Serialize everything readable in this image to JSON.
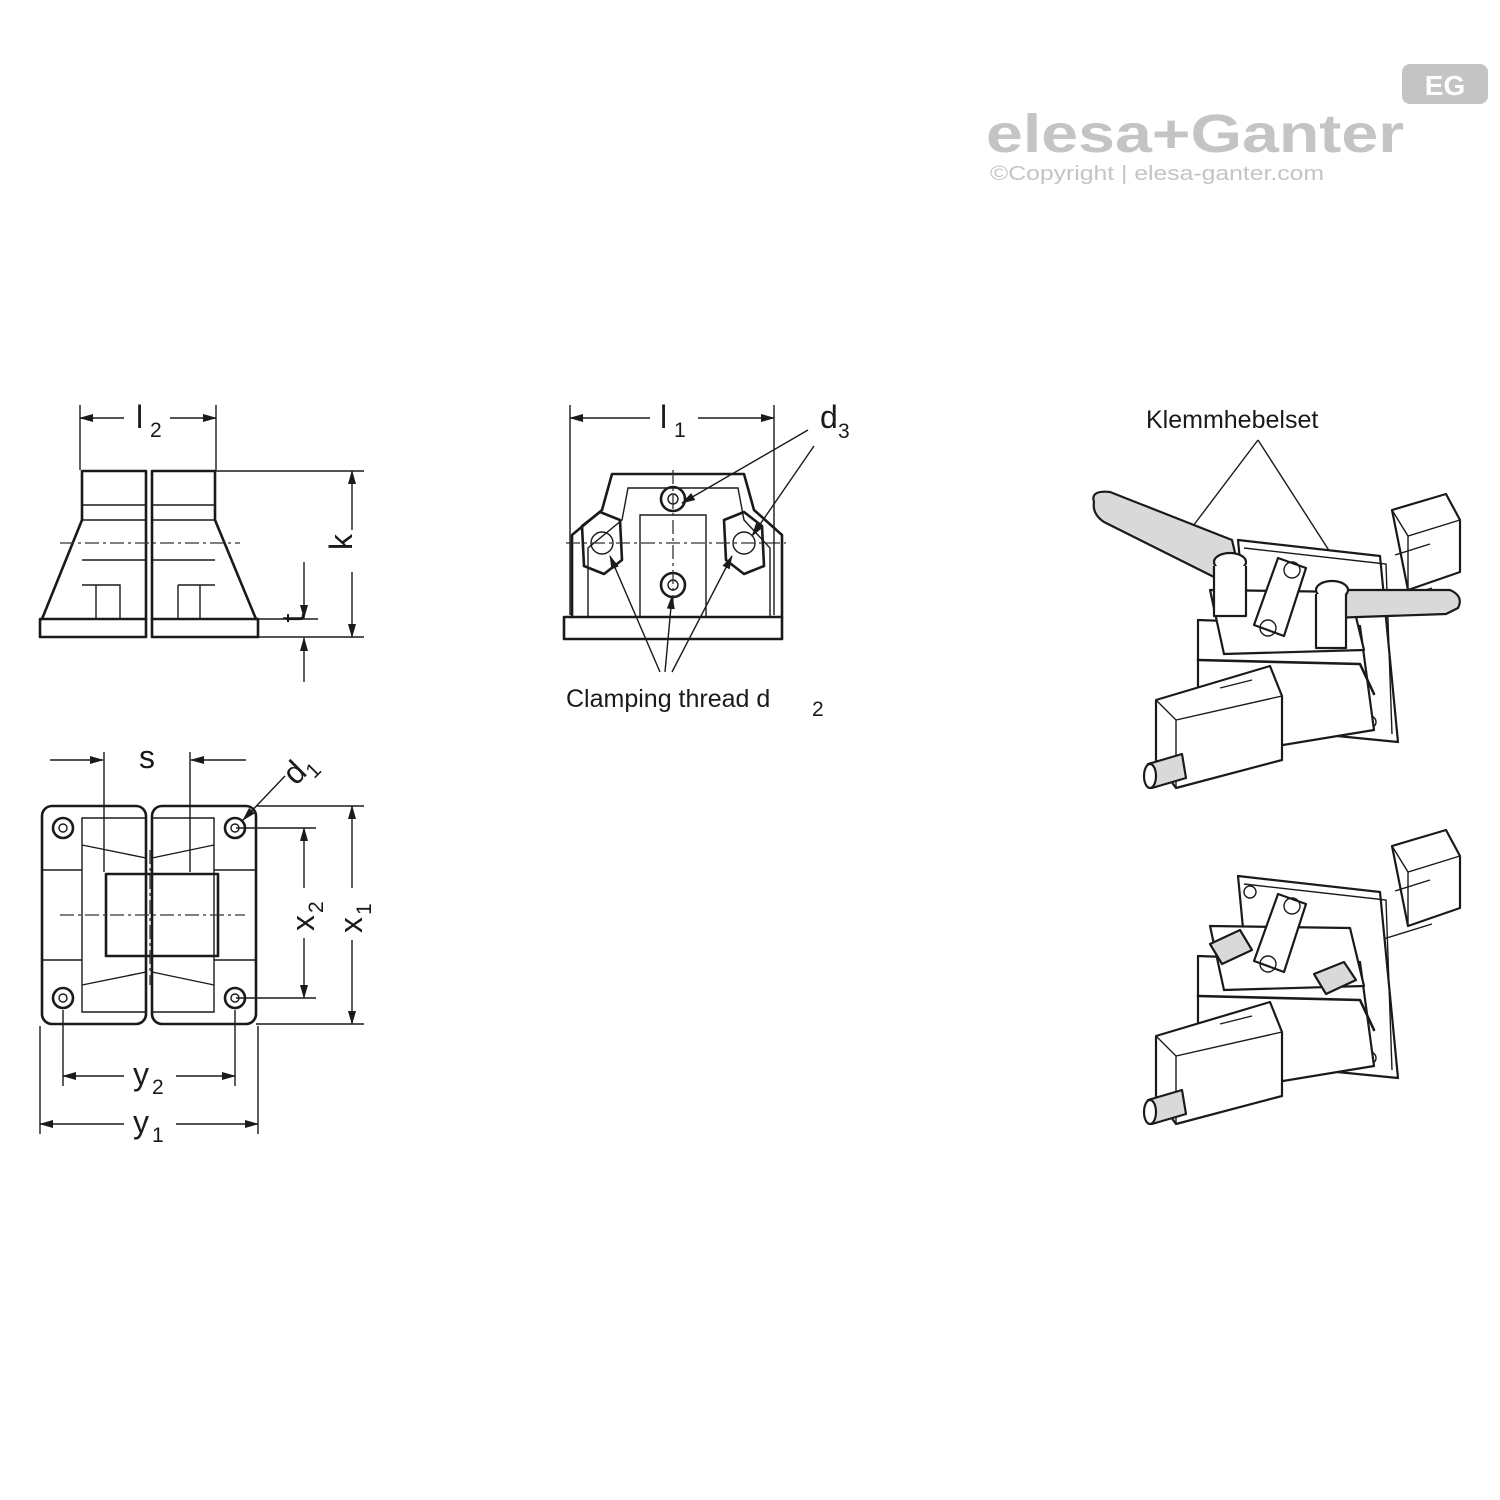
{
  "brand": {
    "logo_text": "elesa+Ganter",
    "copyright": "©Copyright | elesa-ganter.com",
    "badge_text": "EG"
  },
  "side_view": {
    "dim_width": {
      "base": "l",
      "sub": "2"
    },
    "dim_height": "k",
    "dim_base": "t"
  },
  "top_view": {
    "dim_slot": "s",
    "dim_hole": {
      "base": "d",
      "sub": "1"
    },
    "dim_x2": {
      "base": "x",
      "sub": "2"
    },
    "dim_x1": {
      "base": "x",
      "sub": "1"
    },
    "dim_y2": {
      "base": "y",
      "sub": "2"
    },
    "dim_y1": {
      "base": "y",
      "sub": "1"
    }
  },
  "front_view": {
    "dim_width": {
      "base": "l",
      "sub": "1"
    },
    "dim_screw": {
      "base": "d",
      "sub": "3"
    },
    "caption": "Clamping thread d",
    "caption_sub": "2"
  },
  "iso_views": {
    "callout": "Klemmhebelset"
  }
}
